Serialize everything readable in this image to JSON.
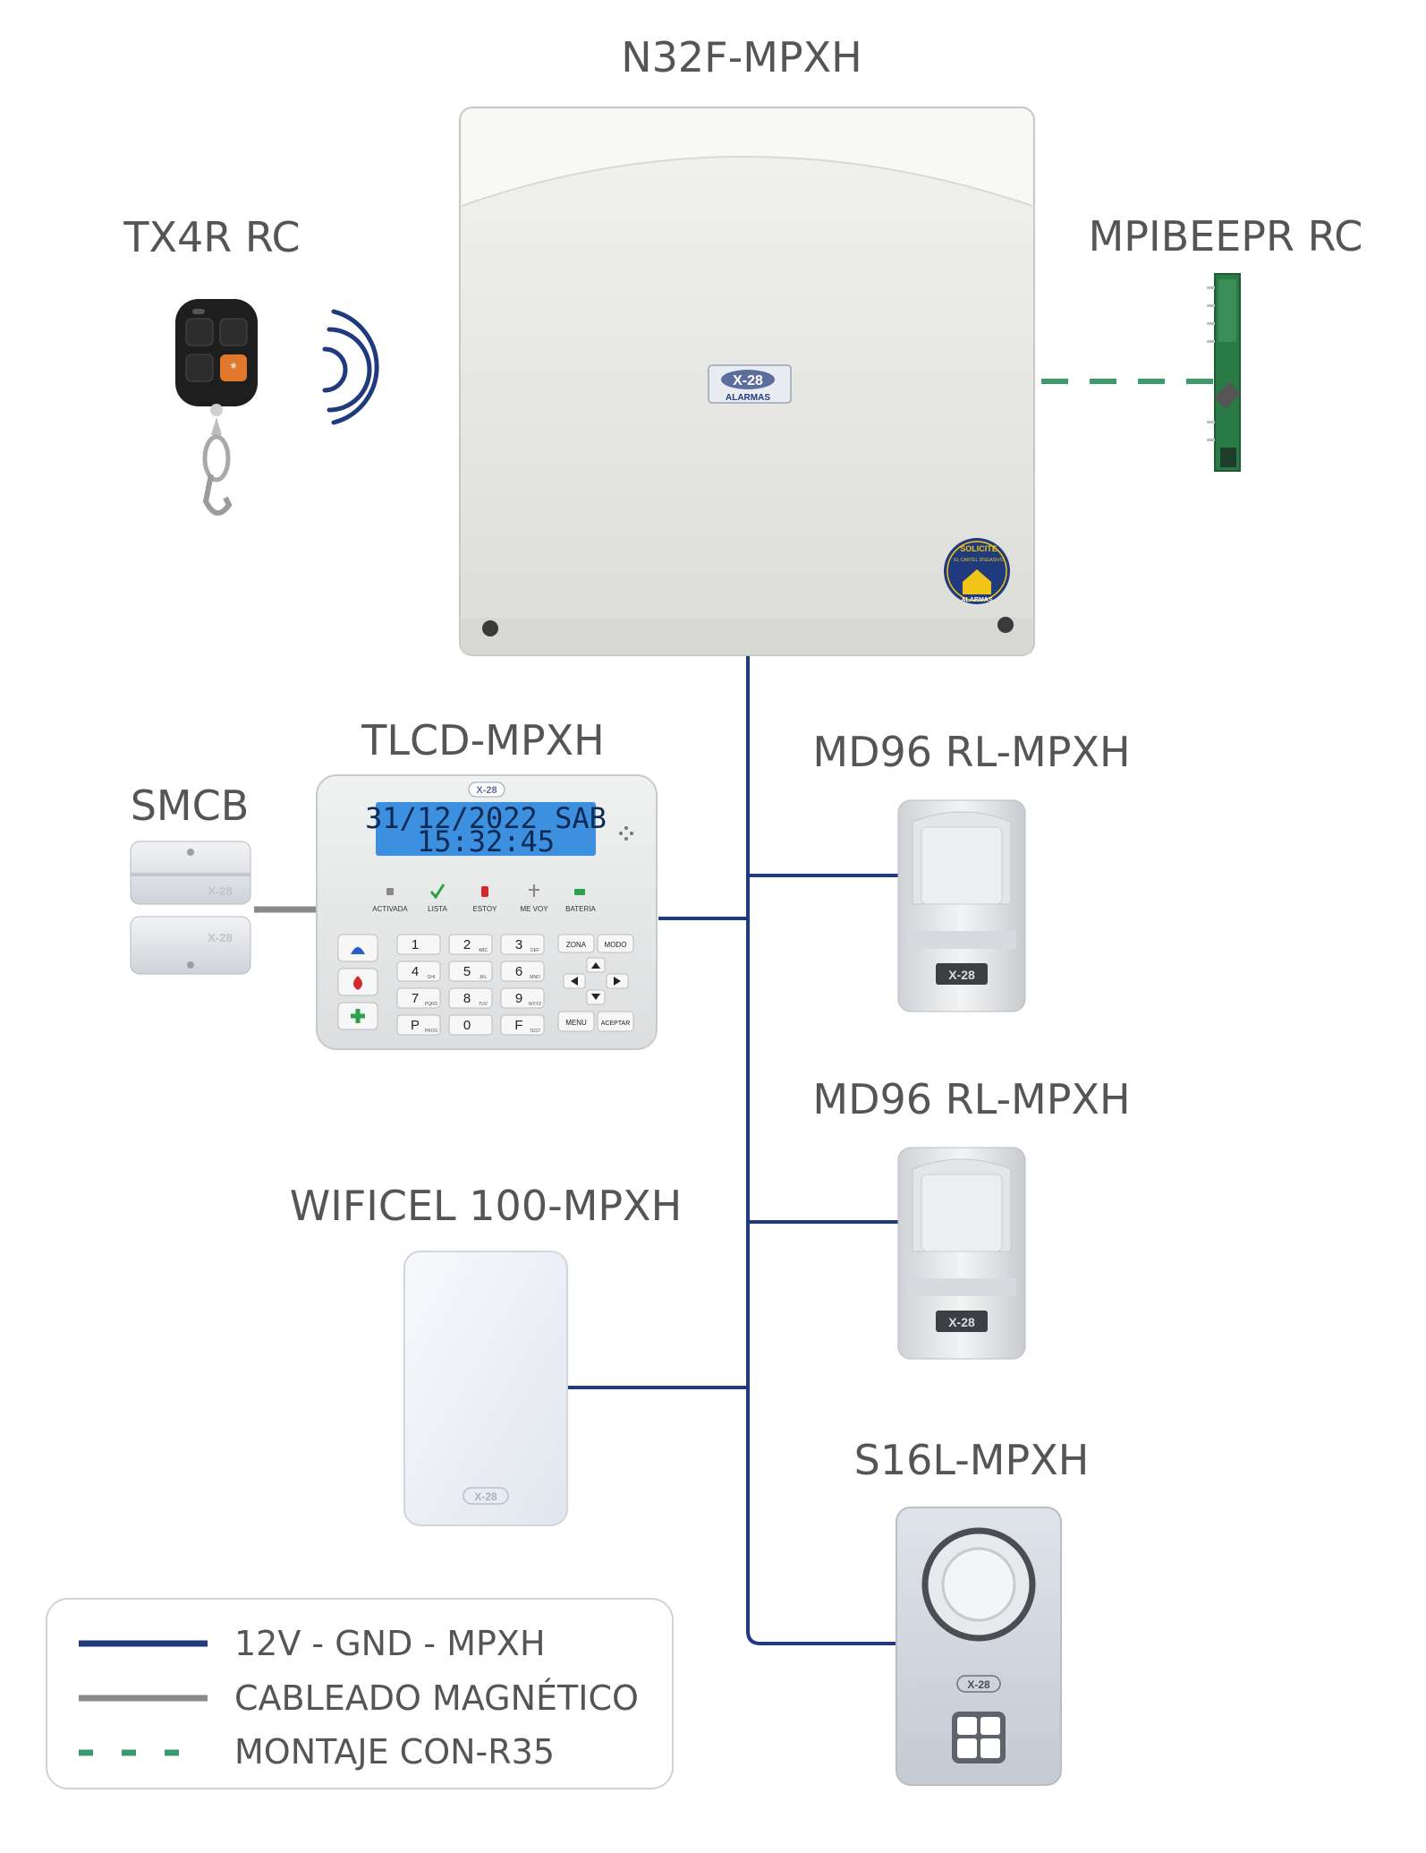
{
  "devices": {
    "panel": {
      "name": "N32F-MPXH",
      "logo": "X-28",
      "logo_sub": "ALARMAS",
      "sticker_top": "SOLICITE",
      "sticker_mid": "EL CARTEL DISUASIVO",
      "sticker_bottom": "ALARMAS"
    },
    "remote": {
      "name": "TX4R RC"
    },
    "receiver": {
      "name": "MPIBEEPR RC"
    },
    "keypad": {
      "name": "TLCD-MPXH",
      "logo": "X-28",
      "lcd_line1": "31/12/2022 SAB",
      "lcd_line2": "15:32:45",
      "indicators": [
        "ACTIVADA",
        "LISTA",
        "ESTOY",
        "ME VOY",
        "BATERIA"
      ],
      "keys": [
        {
          "main": "1",
          "sub": ""
        },
        {
          "main": "2",
          "sub": "ABC"
        },
        {
          "main": "3",
          "sub": "DEF"
        },
        {
          "main": "4",
          "sub": "GHI"
        },
        {
          "main": "5",
          "sub": "JKL"
        },
        {
          "main": "6",
          "sub": "MNO"
        },
        {
          "main": "7",
          "sub": "PQRS"
        },
        {
          "main": "8",
          "sub": "TUV"
        },
        {
          "main": "9",
          "sub": "WXYZ"
        },
        {
          "main": "P",
          "sub": "PROG"
        },
        {
          "main": "0",
          "sub": ""
        },
        {
          "main": "F",
          "sub": "TEST"
        }
      ],
      "func_keys": [
        "ZONA",
        "MODO",
        "MENU",
        "ACEPTAR"
      ]
    },
    "contact": {
      "name": "SMCB",
      "logo": "X-28"
    },
    "detector1": {
      "name": "MD96 RL-MPXH",
      "logo": "X-28"
    },
    "detector2": {
      "name": "MD96 RL-MPXH",
      "logo": "X-28"
    },
    "module": {
      "name": "WIFICEL 100-MPXH",
      "logo": "X-28"
    },
    "siren": {
      "name": "S16L-MPXH",
      "logo": "X-28"
    }
  },
  "legend": {
    "items": [
      {
        "label": "12V - GND - MPXH",
        "color": "#1f3a7d",
        "style": "solid"
      },
      {
        "label": "CABLEADO MAGNÉTICO",
        "color": "#8a8a8a",
        "style": "solid"
      },
      {
        "label": "MONTAJE CON-R35",
        "color": "#3d9a6c",
        "style": "dashed"
      }
    ]
  },
  "colors": {
    "bus": "#1f3a7d",
    "magnetic": "#8a8a8a",
    "mount": "#3d9a6c",
    "radio": "#1f3a7d",
    "label": "#555555"
  }
}
